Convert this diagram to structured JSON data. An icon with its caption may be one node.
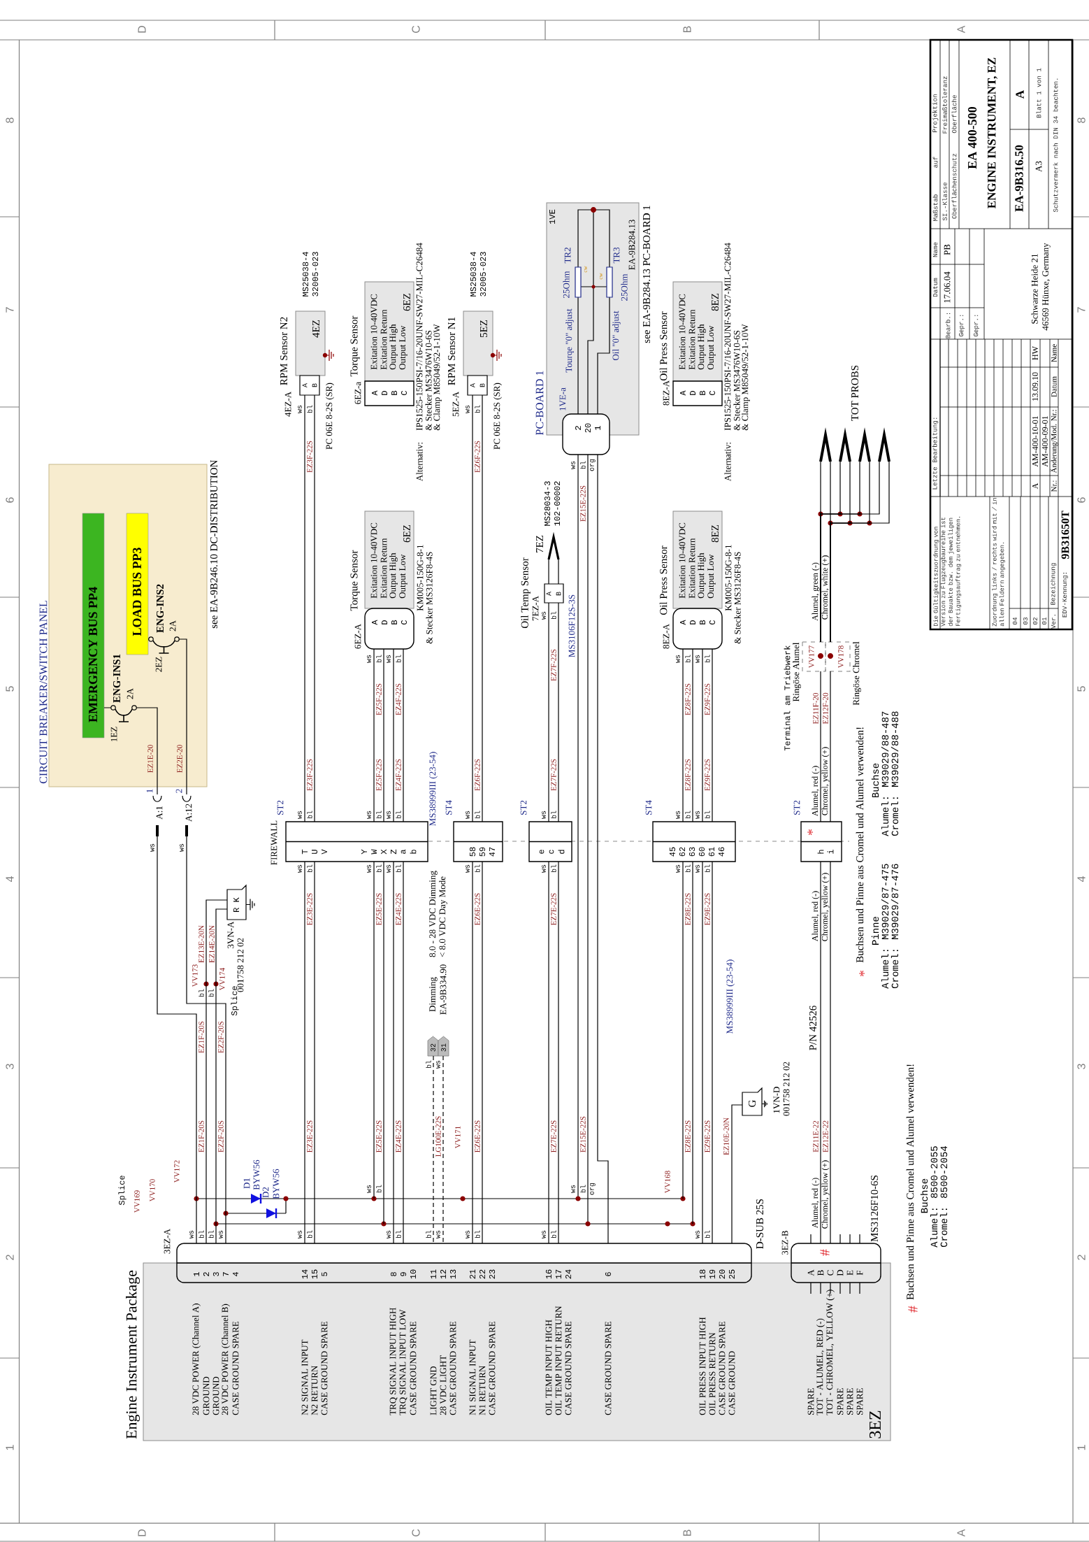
{
  "diagram": {
    "nodes": [
      {
        "text": [
          "CIRCUIT BREAKER/SWITCH PANEL",
          "see EA-9B246.10 DC-DISTRIBUTION"
        ]
      },
      {
        "text": [
          "EMERGENCY BUS PP4"
        ],
        "in": 0
      },
      {
        "text": [
          "LOAD BUS PP3"
        ],
        "in": 0
      },
      {
        "text": [
          "ENG-INS1",
          "2A",
          "1EZ"
        ],
        "in": 0
      },
      {
        "text": [
          "ENG-INS2",
          "2A",
          "2EZ"
        ],
        "in": 0
      },
      {
        "text": [
          "A:1",
          "1"
        ]
      },
      {
        "text": [
          "A:12",
          "2"
        ]
      },
      {
        "text": [
          "R K"
        ],
        "beside": [
          "3VN-A",
          "001758 212 02"
        ]
      },
      {
        "text": [
          "Engine Instrument Package",
          "28 VDC POWER (Channel A)",
          "GROUND",
          "GROUND",
          "28 VDC POWER (Channel B)",
          "CASE GROUND SPARE",
          "N2 SIGNAL INPUT",
          "N2 RETURN",
          "CASE GROUND SPARE",
          "TRQ SIGNAL INPUT HIGH",
          "TRQ SIGNAL INPUT LOW",
          "CASE GROUND SPARE",
          "LIGHT GND",
          "28 VDC LIGHT",
          "CASE GROUND SPARE",
          "N1 SIGNAL INPUT",
          "N1 RETURN",
          "CASE GROUND SPARE",
          "OIL TEMP INPUT HIGH",
          "OIL TEMP INPUT RETURN",
          "CASE GROUND SPARE",
          "CASE GROUND SPARE",
          "OIL PRESS INPUT HIGH",
          "OIL PRESS RETURN",
          "CASE GROUND SPARE",
          "CASE GROUND",
          "SPARE",
          "TOT - ALUMEL, RED (-)",
          "TOT - CHROMEL, YELLOW (+)",
          "SPARE",
          "SPARE",
          "SPARE",
          "3EZ"
        ]
      },
      {
        "text": [
          "3EZ-A",
          "D-SUB 25S",
          "1",
          "2",
          "3",
          "7",
          "4",
          "14",
          "15",
          "5",
          "8",
          "9",
          "10",
          "11",
          "12",
          "13",
          "21",
          "22",
          "23",
          "16",
          "17",
          "24",
          "6",
          "18",
          "19",
          "20",
          "25"
        ]
      },
      {
        "text": [
          "3EZ-B",
          "#",
          "MS3126F10-6S",
          "A",
          "B",
          "C",
          "D",
          "E",
          "F"
        ]
      },
      {
        "text": [
          "ST2",
          "T",
          "U",
          "V",
          "Y",
          "W",
          "X",
          "Z",
          "a",
          "b"
        ]
      },
      {
        "text": [
          "ST4",
          "58",
          "59",
          "47"
        ]
      },
      {
        "text": [
          "ST2",
          "e",
          "c",
          "d"
        ]
      },
      {
        "text": [
          "ST4",
          "45",
          "62",
          "63",
          "60",
          "61",
          "46"
        ]
      },
      {
        "text": [
          "ST2",
          "*",
          "h",
          "i"
        ]
      },
      {
        "text": [
          "RPM Sensor N2",
          "4EZ",
          "4EZ-A",
          "A",
          "B",
          "PC 06E 8-2S (SR)"
        ],
        "beside": [
          "MS25038-4",
          "32005-023"
        ]
      },
      {
        "text": [
          "Torque Sensor",
          "Exitation 10-40VDC",
          "Exitation Return",
          "Output High",
          "Output Low",
          "6EZ",
          "6EZ-a",
          "A",
          "D",
          "B",
          "C"
        ],
        "beside": [
          "Alternativ:",
          "IPS1525-150PSI-7/16-20UNF-SW27-MIL-C26484",
          "& Stecker MS3476W10-6S",
          "& Clamp M85049/52-1-10W"
        ]
      },
      {
        "text": [
          "RPM Sensor N1",
          "5EZ",
          "5EZ-A",
          "A",
          "B",
          "PC 06E 8-2S (SR)"
        ],
        "beside": [
          "MS25038-4",
          "32005-023"
        ]
      },
      {
        "text": [
          "PC-BOARD 1",
          "1VE",
          "Tourqe \"0\" adjust",
          "25Ohm",
          "TR2",
          "cw",
          "cw",
          "TR3",
          "25Ohm",
          "Oil \"0\" adjust",
          "1VE-a",
          "2",
          "20",
          "1",
          "EA-9B284.13"
        ],
        "beside": [
          "see EA-9B284.13 PC-BOARD 1"
        ]
      },
      {
        "text": [
          "Oil Press Sensor",
          "Exitation 10-40VDC",
          "Exitation Return",
          "Output High",
          "Output Low",
          "8EZ",
          "8EZ-A",
          "A",
          "D",
          "B",
          "C"
        ],
        "beside": [
          "Alternativ:",
          "IPS1525-150PSI-7/16-20UNF-SW27-MIL-C26484",
          "& Stecker MS3476W10-6S",
          "& Clamp M85049/52-1-10W"
        ]
      },
      {
        "text": [],
        "shape": "chevron"
      },
      {
        "text": [],
        "shape": "chevron"
      },
      {
        "text": [],
        "shape": "chevron"
      },
      {
        "text": [],
        "shape": "chevron"
      },
      {
        "text": [
          "Torque Sensor",
          "Exitation 10-40VDC",
          "Exitation Return",
          "Output High",
          "Output Low",
          "6EZ",
          "6EZ-A",
          "A",
          "D",
          "B",
          "C"
        ],
        "beside": [
          "KM005-150G-8-1",
          "& Stecker MS3126F8-4S"
        ]
      },
      {
        "text": [
          "Oil Temp Sensor",
          "7EZ",
          "7EZ-A",
          "A",
          "B"
        ],
        "beside": [
          "MS28034-3",
          "102-00002",
          "MS3106F12S-3S"
        ]
      },
      {
        "text": [
          "Oil Press Sensor",
          "Exitation 10-40VDC",
          "Exitation Return",
          "Output High",
          "Output Low",
          "8EZ",
          "8EZ-A",
          "A",
          "D",
          "B",
          "C"
        ],
        "beside": [
          "KM005-150G-8-1",
          "& Stecker MS3126F8-4S"
        ]
      },
      {
        "text": [
          "VV177"
        ]
      },
      {
        "text": [
          "VV178"
        ]
      },
      {
        "text": [
          "G"
        ],
        "beside": [
          "1VN-D",
          "001758 212 02"
        ]
      },
      {
        "text": [
          "D1",
          "BYW56"
        ]
      },
      {
        "text": [
          "D2",
          "BYW56"
        ]
      },
      {
        "text": [
          "32"
        ]
      },
      {
        "text": [
          "31"
        ]
      }
    ],
    "edges": [
      {
        "from": 3,
        "to": 5,
        "arrow": "none"
      },
      {
        "from": 4,
        "to": 6,
        "arrow": "none"
      },
      {
        "from": 5,
        "to": 9,
        "arrow": "none"
      },
      {
        "from": 6,
        "to": 9,
        "arrow": "none"
      },
      {
        "from": 7,
        "to": 9,
        "arrow": "none"
      },
      {
        "from": 16,
        "to": 11,
        "arrow": "none"
      },
      {
        "from": 25,
        "to": 11,
        "arrow": "none"
      },
      {
        "from": 11,
        "to": 9,
        "arrow": "none"
      },
      {
        "from": 18,
        "to": 12,
        "arrow": "none"
      },
      {
        "from": 12,
        "to": 9,
        "arrow": "none"
      },
      {
        "from": 26,
        "to": 13,
        "arrow": "none"
      },
      {
        "from": 13,
        "to": 9,
        "arrow": "none"
      },
      {
        "from": 19,
        "to": 9,
        "arrow": "none"
      },
      {
        "from": 27,
        "to": 14,
        "arrow": "none"
      },
      {
        "from": 14,
        "to": 9,
        "arrow": "none"
      },
      {
        "from": 21,
        "to": 28,
        "arrow": "none"
      },
      {
        "from": 22,
        "to": 28,
        "arrow": "none"
      },
      {
        "from": 23,
        "to": 28,
        "arrow": "none"
      },
      {
        "from": 24,
        "to": 28,
        "arrow": "none"
      },
      {
        "from": 21,
        "to": 29,
        "arrow": "none"
      },
      {
        "from": 22,
        "to": 29,
        "arrow": "none"
      },
      {
        "from": 23,
        "to": 29,
        "arrow": "none"
      },
      {
        "from": 24,
        "to": 29,
        "arrow": "none"
      },
      {
        "from": 28,
        "to": 15,
        "arrow": "none"
      },
      {
        "from": 29,
        "to": 15,
        "arrow": "none"
      },
      {
        "from": 15,
        "to": 10,
        "arrow": "none"
      },
      {
        "from": 30,
        "to": 9,
        "arrow": "none"
      },
      {
        "from": 33,
        "to": 9,
        "arrow": "none",
        "style": "dashed"
      },
      {
        "from": 34,
        "to": 9,
        "arrow": "none",
        "style": "dashed"
      }
    ],
    "labels": [
      "D",
      "C",
      "B",
      "A",
      "8",
      "7",
      "6",
      "5",
      "4",
      "3",
      "2",
      "1",
      "8",
      "7",
      "6",
      "5",
      "4",
      "3",
      "2",
      "1",
      "D",
      "C",
      "B",
      "A",
      "Maßstab",
      "auf",
      "Projektion",
      "SI.-Klasse",
      "Freimaßtoleranz",
      "Oberflächenschutz",
      "Oberfläche",
      "EA 400-500",
      "ENGINE INSTRUMENT, EZ",
      "EA-9B316.50",
      "A",
      "A3",
      "Blatt 1 von 1",
      "Schutzvermerk nach DIN 34 beachten.",
      "Name",
      "Datum",
      "PB",
      "17.06.04",
      "Bearb.:",
      "Gepr.:",
      "Gepr.:",
      "Schwarze Heide 21",
      "46569 Hünxe, Germany",
      "Letzte Bearbeitung:",
      "A",
      "AM-400-10-01",
      "13.09.10",
      "HW",
      "AM-400-09-01",
      "Nr.:",
      "Änderung/Mod. Nr.:",
      "Datum",
      "Name",
      "Die Gültigkeitszuordnung von Version zu Flugzeugbaureihe ist der Bauakte bzw. dem jeweiligen Fertigungsauftrag zu entnehmen.",
      "Zuordnung links / rechts wird mit */* in allen Feldern angegeben.",
      "04",
      "03",
      "02",
      "01",
      "Ver.",
      "Bezeichnung",
      "EDV-Kennung:",
      "9B31650T",
      "EZ1E-20",
      "EZ2E-20",
      "ws",
      "ws",
      "EZ13E-20N",
      "EZ14E-20N",
      "VV173",
      "bl",
      "VV174",
      "bl",
      "Splice",
      "FIREWALL",
      "MS38999III (23-54)",
      "EZ3F-22S",
      "EZ5F-22S",
      "EZ4F-22S",
      "EZ6F-22S",
      "EZ7F-22S",
      "EZ8F-22S",
      "EZ9F-22S",
      "Alumel, red (-)",
      "Chromel, yellow (+)",
      "EZ3E-22S",
      "EZ5E-22S",
      "EZ4E-22S",
      "EZ6E-22S",
      "EZ7E-22S",
      "EZ8E-22S",
      "EZ9E-22S",
      "Alumel, red (-)",
      "Chromel, yellow (+)",
      "EZ3F-22S",
      "EZ6F-22S",
      "EZ15E-22S",
      "EZ7F-22S",
      "EZ5F-22S",
      "EZ4F-22S",
      "EZ8F-22S",
      "EZ9F-22S",
      "Alumel, green (-)",
      "Chromel, white (+)",
      "EZ11F-20",
      "EZ12F-20",
      "EZ1F-20S",
      "EZ2F-20S",
      "EZ1F-20S",
      "EZ2F-20S",
      "EZ3E-22S",
      "EZ5E-22S",
      "EZ4E-22S",
      "LG100E-22S",
      "VV171",
      "EZ6E-22S",
      "EZ7E-22S",
      "EZ15E-22S",
      "EZ8E-22S",
      "EZ9E-22S",
      "EZ10E-20N",
      "EZ11E-22",
      "EZ12E-22",
      "Alumel, red (-)",
      "Chromel, yellow (+)",
      "P/N 42526",
      "Splice",
      "VV169",
      "VV170",
      "VV172",
      "Dimming",
      "EA-9B334.90",
      "8.0 - 28 VDC Dimming",
      "< 8.0 VDC Day Mode",
      "bl",
      "ws",
      "VV168",
      "ws",
      "bl",
      "ws",
      "bl",
      "ws",
      "bl",
      "ws",
      "bl",
      "ws",
      "bl",
      "ws",
      "bl",
      "ws",
      "bl",
      "ws",
      "bl",
      "org",
      "ws",
      "bl",
      "ws",
      "bl",
      "ws",
      "bl",
      "ws",
      "bl",
      "ws",
      "bl",
      "ws",
      "bl",
      "ws",
      "bl",
      "ws",
      "bl",
      "ws",
      "bl",
      "ws",
      "bl",
      "ws",
      "bl",
      "ws",
      "bl",
      "ws",
      "bl",
      "ws",
      "bl",
      "ws",
      "bl",
      "bl",
      "ws",
      "ws",
      "bl",
      "ws",
      "bl",
      "bl",
      "ws",
      "ws",
      "bl",
      "ws",
      "bl",
      "ws",
      "bl",
      "ws",
      "bl",
      "ws",
      "bl",
      "org",
      "Terminal am Triebwerk",
      "Ringöse Alumel",
      "Ringöse Chromel",
      "TOT PROBS",
      "*",
      "Buchsen und Pinne aus Cromel und Alumel verwenden!",
      "Pinne",
      "Alumel: M39029/87-475",
      "Cromel: M39029/87-476",
      "Buchse",
      "Alumel: M39029/88-487",
      "Cromel: M39029/88-488",
      "#",
      "Buchsen und Pinne aus Cromel und Alumel verwenden!",
      "Buchse",
      "Alumel: 8500-2055",
      "Cromel: 8500-2054",
      "MS38999III (23-54)"
    ]
  }
}
